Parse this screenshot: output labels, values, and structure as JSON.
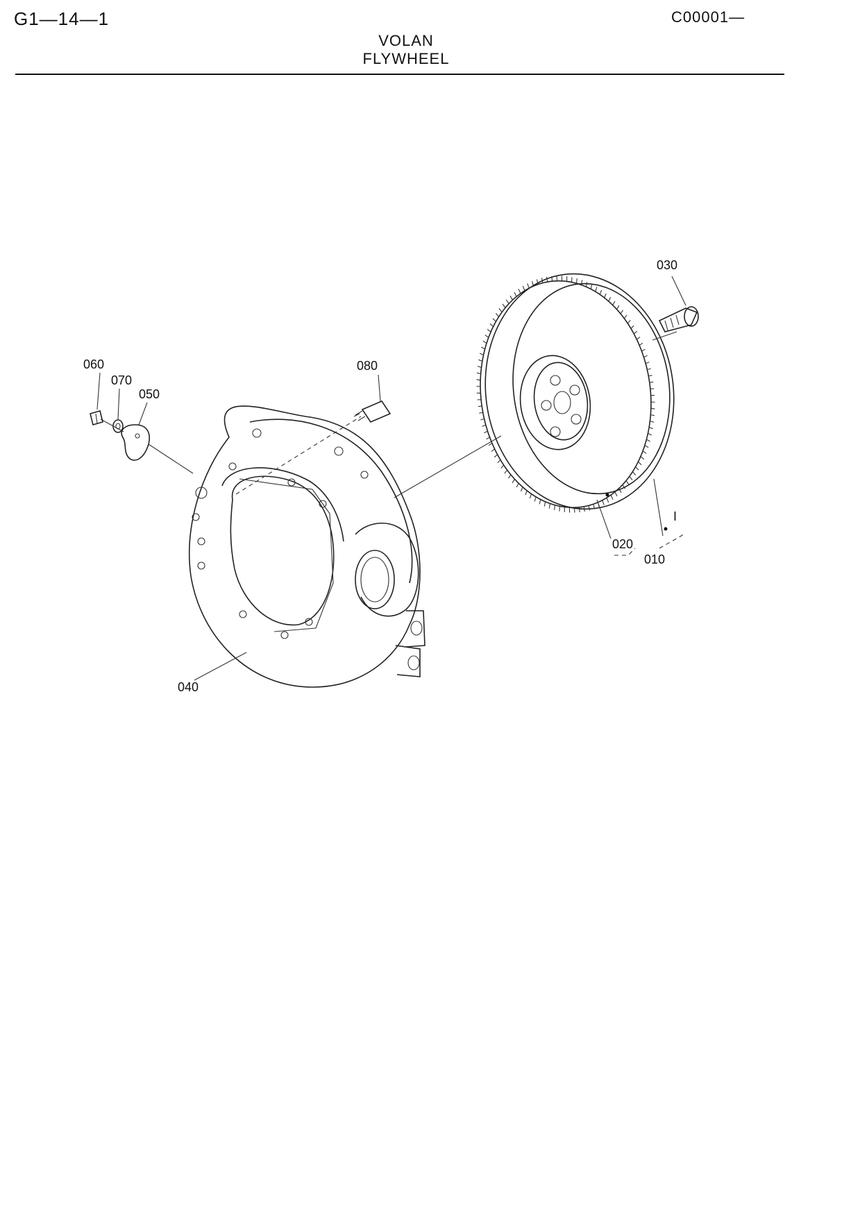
{
  "header": {
    "page_code": "G1—14—1",
    "ref_code": "C00001—",
    "title_primary": "VOLAN",
    "title_secondary": "FLYWHEEL"
  },
  "callouts": {
    "c010": "010",
    "c020": "020",
    "c030": "030",
    "c040": "040",
    "c050": "050",
    "c060": "060",
    "c070": "070",
    "c080": "080"
  },
  "marks": {
    "side_mark": "I"
  },
  "colors": {
    "ink": "#111111",
    "paper": "#ffffff"
  }
}
